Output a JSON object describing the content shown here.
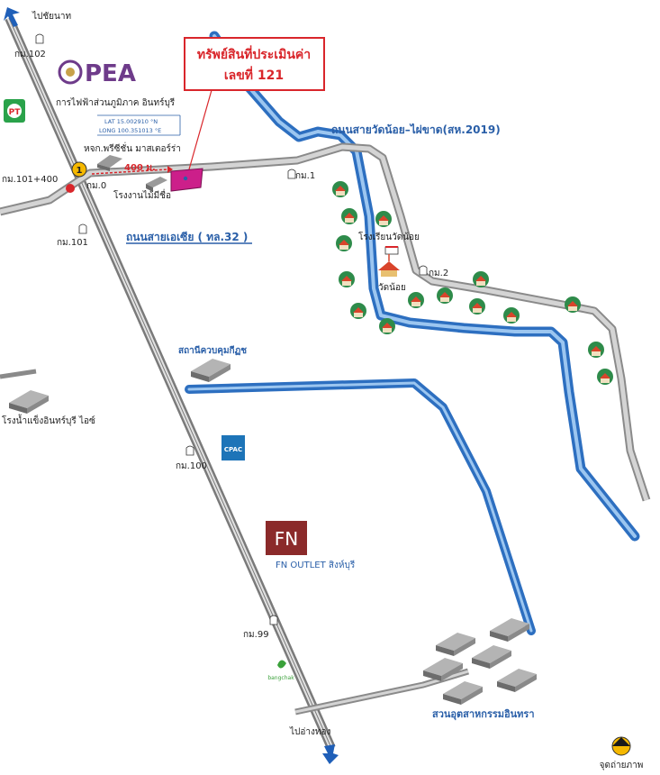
{
  "callout": {
    "line1": "ทรัพย์สินที่ประเมินค่า",
    "line2": "เลขที่ 121"
  },
  "coordinates": {
    "lat": "LAT  15.002910 °N",
    "long": "LONG  100.351013 °E"
  },
  "distance": "400 ม.",
  "directions": {
    "north": "ไปชัยนาท",
    "south": "ไปอ่างทอง"
  },
  "roads": {
    "wat_noi": "ถนนสายวัดน้อย–ไผ่ขาด(สห.2019)",
    "asia": "ถนนสายเอเซีย ( ทล.32 )"
  },
  "km_markers": {
    "km102": "กม.102",
    "km101_400": "กม.101+400",
    "km0": "กม.0",
    "km1": "กม.1",
    "km2": "กม.2",
    "km101": "กม.101",
    "km100": "กม.100",
    "km99": "กม.99"
  },
  "landmarks": {
    "pea_logo": "PEA",
    "pea_label": "การไฟฟ้าส่วนภูมิภาค อินทร์บุรี",
    "shop": "หจก.พรีซีชั่น มาสเตอร์ร่า",
    "wood_factory": "โรงงานไม้มีชื่อ",
    "school": "โรงเรียนวัดน้อย",
    "temple": "วัดน้อย",
    "pest_station": "สถานีควบคุมกีฏช",
    "ice_factory": "โรงน้ำแข็งอินทร์บุรี ไอซ์",
    "cpac": "CPAC",
    "fn_logo": "FN",
    "fn_label": "FN OUTLET สิงห์บุรี",
    "bangchak": "bangchak",
    "industrial": "สวนอุตสาหกรรมอินทรา",
    "photo_point": "จุดถ่ายภาพ",
    "photo_number": "1"
  },
  "colors": {
    "road": "#8a8a8a",
    "road_fill": "#d4d4d4",
    "canal": "#2d6fc0",
    "canal_fill": "#9cc6f0",
    "property": "#cc1f8a",
    "callout_border": "#d9262b",
    "accent_blue": "#2a5fa8",
    "marker": "#f5b800"
  }
}
